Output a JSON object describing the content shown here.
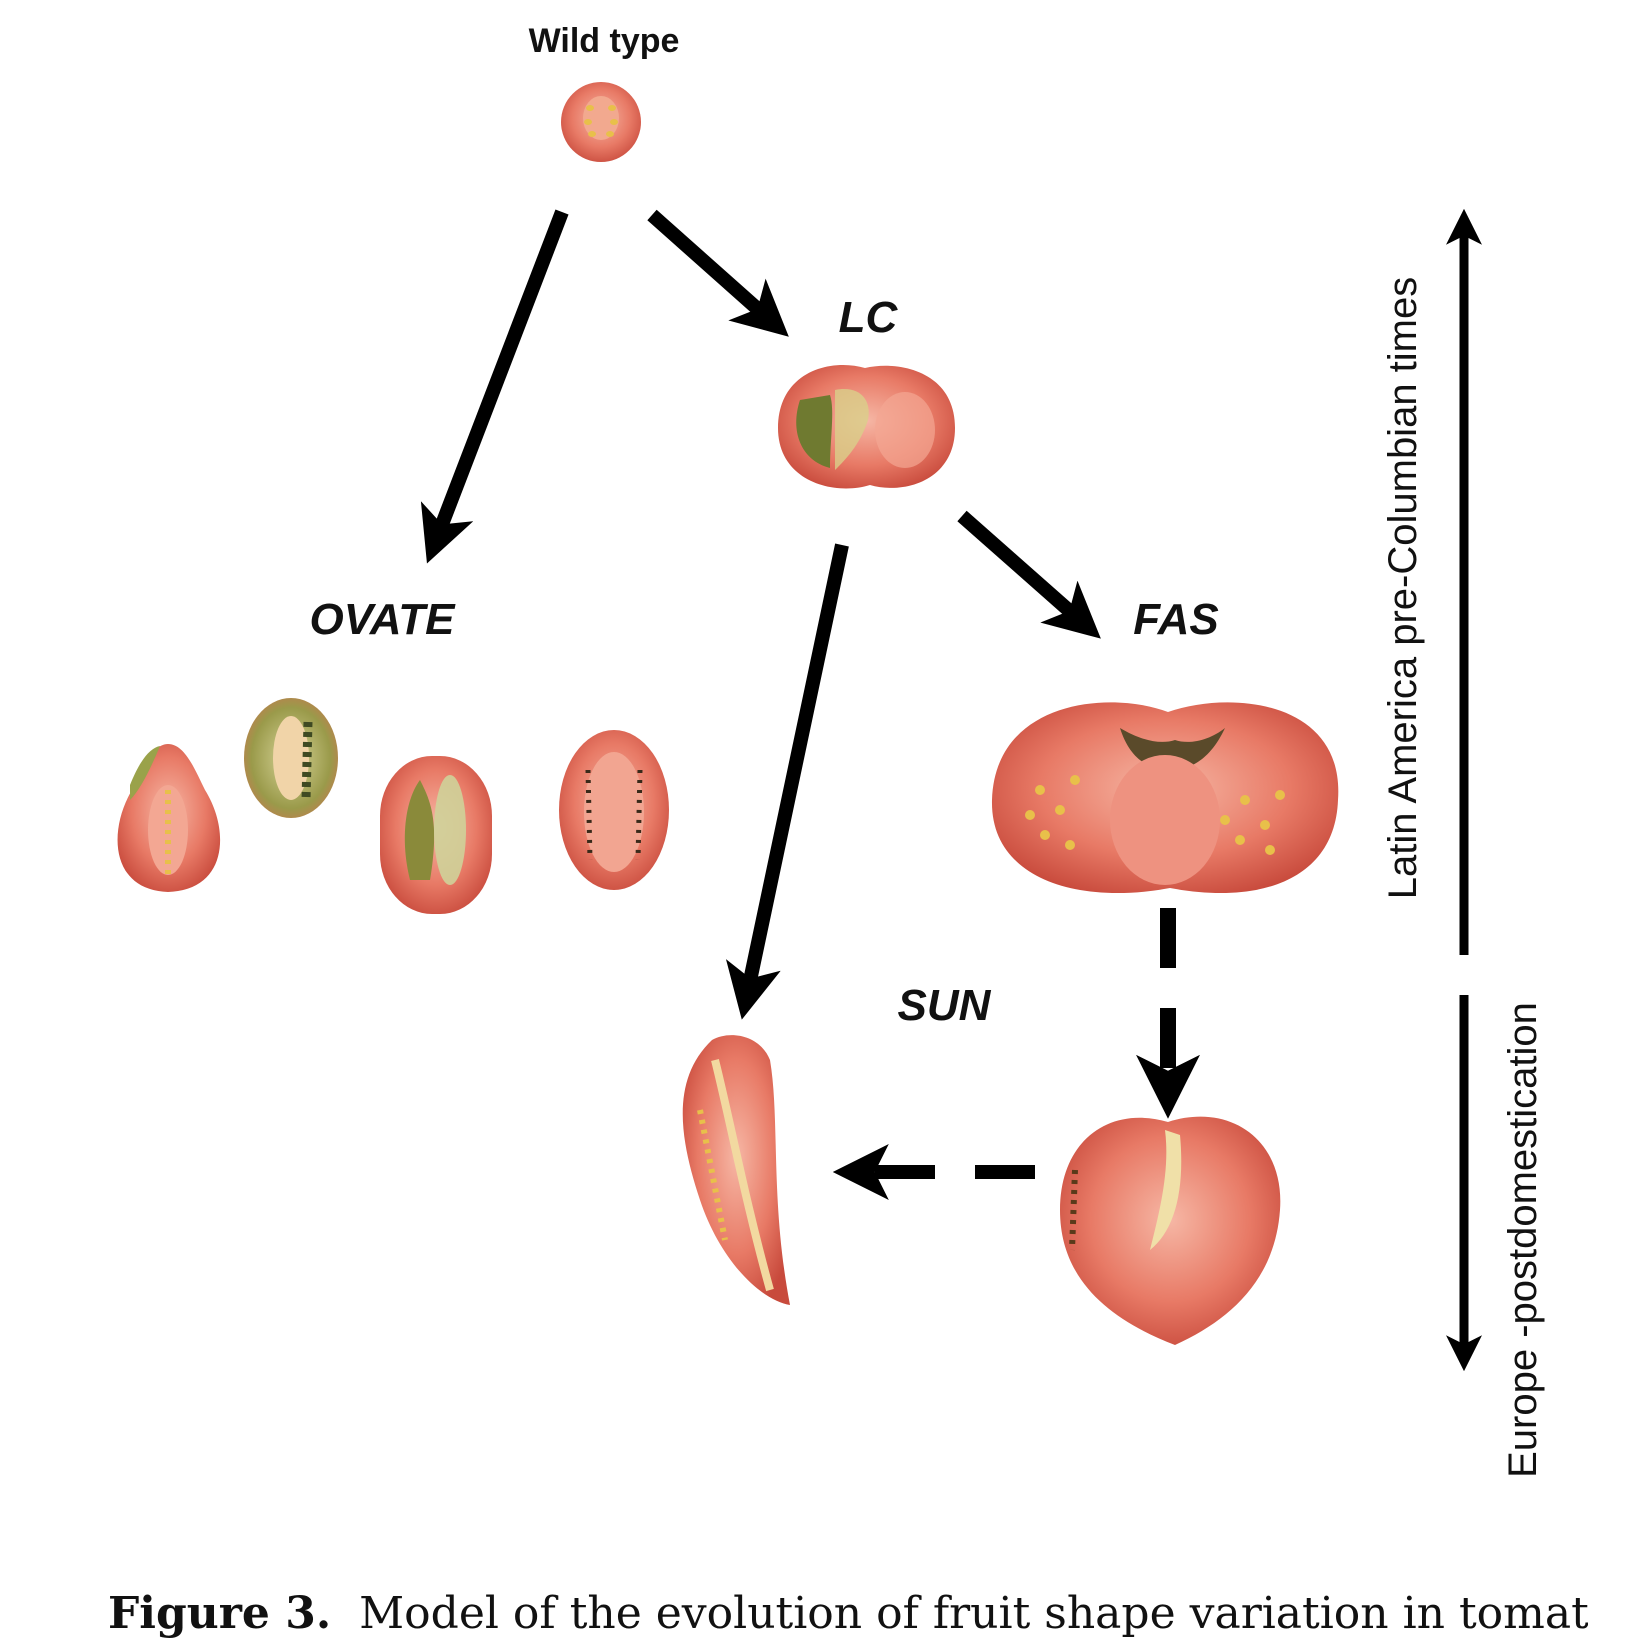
{
  "labels": {
    "wild_type": "Wild type",
    "lc": "LC",
    "ovate": "OVATE",
    "fas": "FAS",
    "sun": "SUN"
  },
  "timeline": {
    "upper": "Latin America pre-Columbian times",
    "lower": "Europe -postdomestication"
  },
  "caption": {
    "figure_number": "Figure 3.",
    "text": "Model of the evolution of fruit shape variation in tomato. The"
  },
  "colors": {
    "tomato_red": "#e0685a",
    "tomato_dark": "#c9483e",
    "flesh_pink": "#f0a08e",
    "locule_green": "#7a8a3a",
    "seed_yellow": "#e8c04a",
    "arrow": "#000000"
  }
}
